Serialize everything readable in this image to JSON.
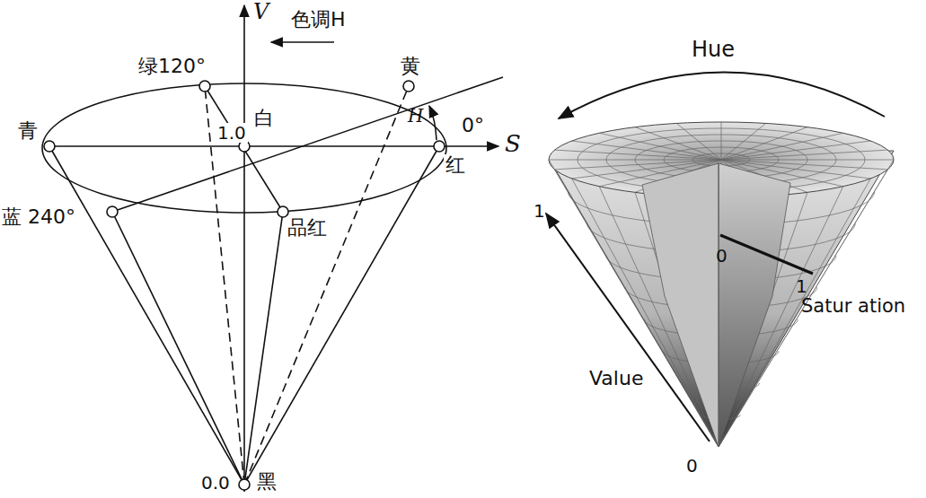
{
  "diagram": {
    "labels": [
      "V",
      "色调H",
      "绿120°",
      "黄",
      "青",
      "1.0",
      "白",
      "0°",
      "S",
      "红",
      "H",
      "蓝 240°",
      "品红",
      "0.0",
      "黑",
      "Hue",
      "1",
      "0",
      "1",
      "Satur ation",
      "Value",
      "0"
    ]
  }
}
